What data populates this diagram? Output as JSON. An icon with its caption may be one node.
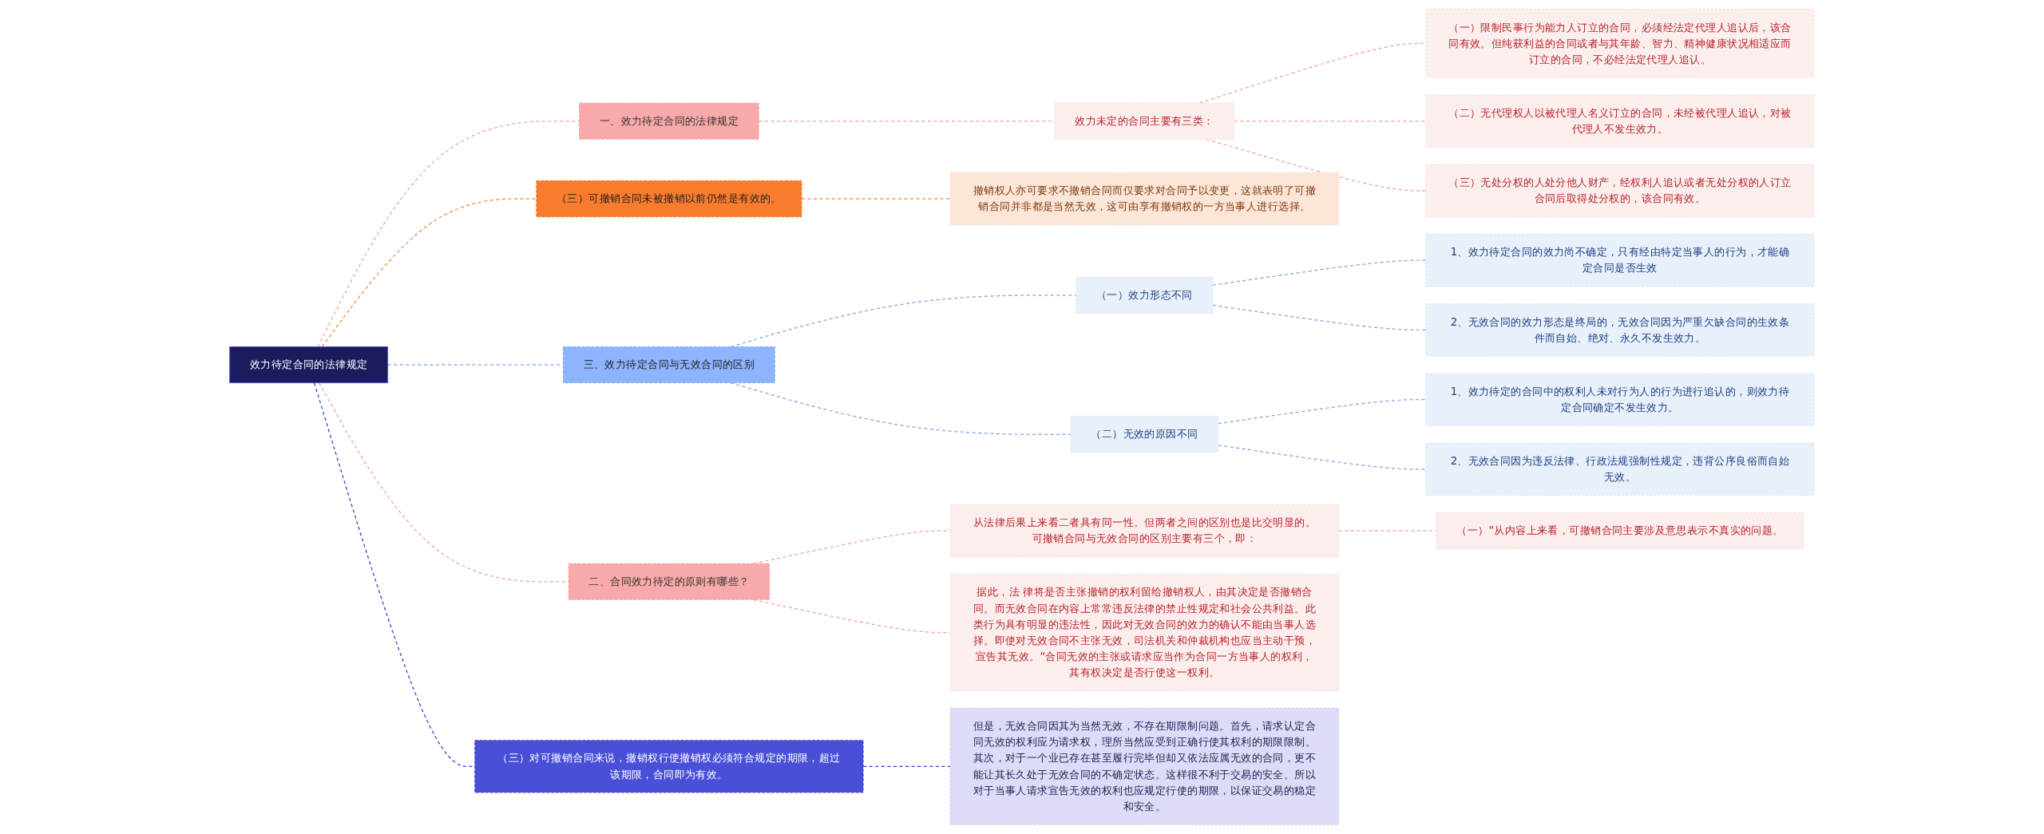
{
  "diagram": {
    "nodes": [
      {
        "text": [
          "效力待定合同的法律规定"
        ]
      },
      {
        "text": [
          "一、效力待定合同的法律规定"
        ]
      },
      {
        "text": [
          "效力未定的合同主要有三类："
        ]
      },
      {
        "text": [
          "（一）限制民事行为能力人订立的合同，必须经法定代理人追认后，该合同有效。但纯获利益的合同或者与其年龄、智力、精神健康状况相适应而订立的合同，不必经法定代理人追认。"
        ]
      },
      {
        "text": [
          "（二）无代理权人以被代理人名义订立的合同，未经被代理人追认，对被代理人不发生效力。"
        ]
      },
      {
        "text": [
          "（三）无处分权的人处分他人财产，经权利人追认或者无处分权的人订立合同后取得处分权的，该合同有效。"
        ]
      },
      {
        "text": [
          "（三）可撤销合同未被撤销以前仍然是有效的。"
        ]
      },
      {
        "text": [
          "撤销权人亦可要求不撤销合同而仅要求对合同予以变更，这就表明了可撤销合同并非都是当然无效，这可由享有撤销权的一方当事人进行选择。"
        ]
      },
      {
        "text": [
          "三、效力待定合同与无效合同的区别"
        ]
      },
      {
        "text": [
          "（一）效力形态不同"
        ]
      },
      {
        "text": [
          "1、效力待定合同的效力尚不确定，只有经由特定当事人的行为，才能确定合同是否生效"
        ]
      },
      {
        "text": [
          "2、无效合同的效力形态是终局的，无效合同因为严重欠缺合同的生效条件而自始、绝对、永久不发生效力。"
        ]
      },
      {
        "text": [
          "（二）无效的原因不同"
        ]
      },
      {
        "text": [
          "1、效力待定的合同中的权利人未对行为人的行为进行追认的，则效力待定合同确定不发生效力。"
        ]
      },
      {
        "text": [
          "2、无效合同因为违反法律、行政法规强制性规定，违背公序良俗而自始无效。"
        ]
      },
      {
        "text": [
          "二、合同效力待定的原则有哪些？"
        ]
      },
      {
        "text": [
          "从法律后果上来看二者具有同一性。但两者之间的区别也是比交明显的。可撤销合同与无效合同的区别主要有三个，即："
        ]
      },
      {
        "text": [
          "（一）“从内容上来看，可撤销合同主要涉及意思表示不真实的问题。"
        ]
      },
      {
        "text": [
          "据此，法 律将是否主张撤销的权利留给撤销权人，由其决定是否撤销合同。而无效合同在内容上常常违反法律的禁止性规定和社会公共利益。此类行为具有明显的违法性，因此对无效合同的效力的确认不能由当事人选择。即使对无效合同不主张无效，司法机关和仲裁机构也应当主动干预，宣告其无效。“合同无效的主张或请求应当作为合同一方当事人的权利，其有权决定是否行使这一权利。"
        ]
      },
      {
        "text": [
          "（三）对可撤销合同来说，撤销权行使撤销权必须符合规定的期限，超过该期限，合同即为有效。"
        ]
      },
      {
        "text": [
          "但是，无效合同因其为当然无效，不存在期限制问题。首先，请求认定合同无效的权利应为请求权，理所当然应受到正确行使其权利的期限限制。其次，对于一个业已存在甚至履行完毕但却又依法应属无效的合同，更不能让其长久处于无效合同的不确定状态。这样很不利于交易的安全。所以对于当事人请求宣告无效的权利也应规定行使的期限，以保证交易的稳定和安全。"
        ]
      }
    ],
    "edges": [
      {
        "from": 0,
        "to": 1,
        "arrow": "none",
        "style": "dashed"
      },
      {
        "from": 1,
        "to": 2,
        "arrow": "none",
        "style": "dashed"
      },
      {
        "from": 2,
        "to": 3,
        "arrow": "none",
        "style": "dashed"
      },
      {
        "from": 2,
        "to": 4,
        "arrow": "none",
        "style": "dashed"
      },
      {
        "from": 2,
        "to": 5,
        "arrow": "none",
        "style": "dashed"
      },
      {
        "from": 0,
        "to": 6,
        "arrow": "none",
        "style": "dashed",
        "color": "#f08a3c"
      },
      {
        "from": 6,
        "to": 7,
        "arrow": "none",
        "style": "dashed",
        "color": "#f08a3c"
      },
      {
        "from": 0,
        "to": 8,
        "arrow": "none",
        "style": "dashed",
        "color": "#7fa6e6"
      },
      {
        "from": 8,
        "to": 9,
        "arrow": "none",
        "style": "dashed",
        "color": "#7fa6e6"
      },
      {
        "from": 9,
        "to": 10,
        "arrow": "none",
        "style": "dashed",
        "color": "#7fa6e6"
      },
      {
        "from": 9,
        "to": 11,
        "arrow": "none",
        "style": "dashed",
        "color": "#7fa6e6"
      },
      {
        "from": 8,
        "to": 12,
        "arrow": "none",
        "style": "dashed",
        "color": "#7fa6e6"
      },
      {
        "from": 12,
        "to": 13,
        "arrow": "none",
        "style": "dashed",
        "color": "#7fa6e6"
      },
      {
        "from": 12,
        "to": 14,
        "arrow": "none",
        "style": "dashed",
        "color": "#7fa6e6"
      },
      {
        "from": 0,
        "to": 15,
        "arrow": "none",
        "style": "dashed"
      },
      {
        "from": 15,
        "to": 16,
        "arrow": "none",
        "style": "dashed"
      },
      {
        "from": 16,
        "to": 17,
        "arrow": "none",
        "style": "dashed"
      },
      {
        "from": 15,
        "to": 18,
        "arrow": "none",
        "style": "dashed"
      },
      {
        "from": 0,
        "to": 19,
        "arrow": "none",
        "style": "dashed",
        "color": "#3a3fc8"
      },
      {
        "from": 19,
        "to": 20,
        "arrow": "none",
        "style": "dashed",
        "color": "#3a3fc8"
      }
    ]
  }
}
